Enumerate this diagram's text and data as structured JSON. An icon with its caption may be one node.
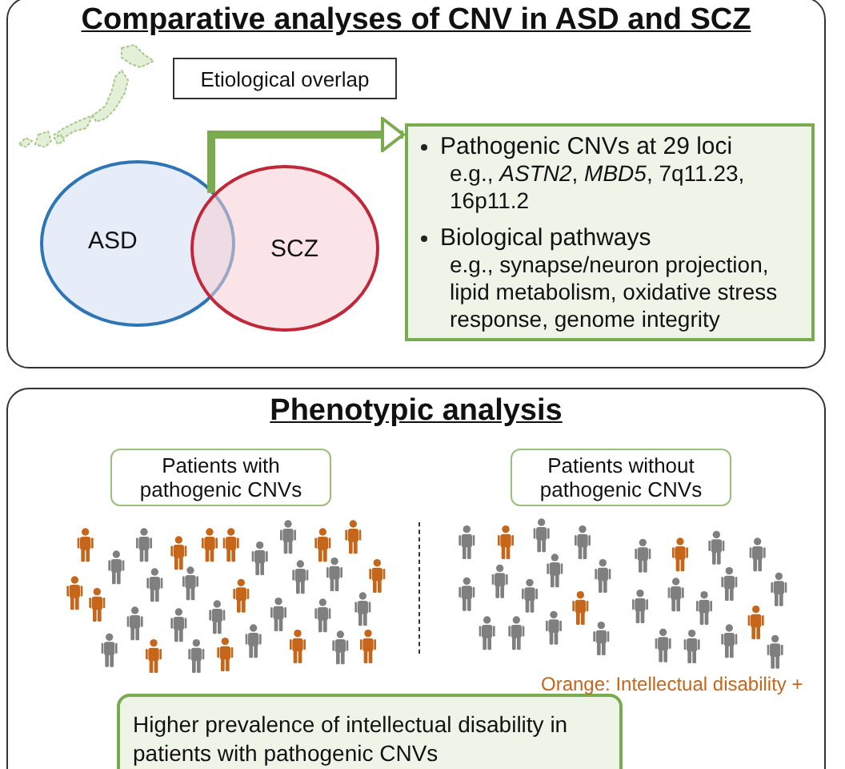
{
  "diagram": {
    "nodes": [
      {
        "text": [
          "Comparative analyses of CNV in ASD and SCZ"
        ]
      },
      {
        "text": [
          "Etiological overlap"
        ],
        "in": 0
      },
      {
        "text": [
          "ASD"
        ],
        "in": 0
      },
      {
        "text": [
          "SCZ"
        ],
        "in": 0
      },
      {
        "text": [
          "Pathogenic CNVs at 29 loci",
          "e.g., *ASTN2*, *MBD5*, 7q11.23, 16p11.2",
          "Biological pathways",
          "e.g., synapse/neuron projection, lipid metabolism, oxidative stress response,  genome integrity"
        ],
        "in": 0
      },
      {
        "text": [
          "Phenotypic analysis"
        ]
      },
      {
        "text": [
          "Patients with pathogenic CNVs"
        ],
        "in": 5
      },
      {
        "text": [
          "Patients without pathogenic CNVs"
        ],
        "in": 5
      },
      {
        "text": [
          "Higher prevalence of intellectual disability in patients with pathogenic CNVs"
        ],
        "in": 5
      }
    ],
    "edges": [
      {
        "from": 3,
        "to": 4,
        "arrow": "to",
        "color": "#7aab4f"
      }
    ],
    "labels": [
      "Orange: Intellectual disability +"
    ]
  }
}
